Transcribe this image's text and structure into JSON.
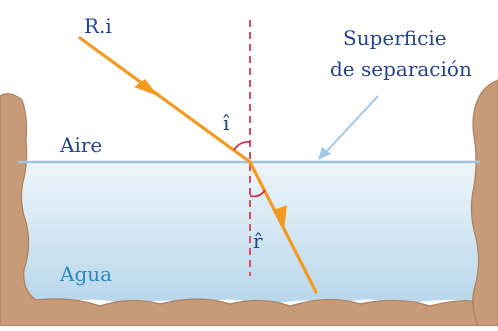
{
  "labels": {
    "incident_ray": "R.i",
    "surface_line1": "Superficie",
    "surface_line2": "de separación",
    "air": "Aire",
    "water": "Agua",
    "angle_incidence": "î",
    "angle_refraction": "r̂"
  },
  "colors": {
    "ray": "#f39a21",
    "normal": "#dd4b63",
    "surface_line": "#9fc6e0",
    "arrow_pointer": "#a3c8e6",
    "ground": "#c79a78",
    "ground_edge": "#ab7f5f",
    "water_top": "#e9f3f8",
    "water_bottom": "#b9d8ea",
    "label_blue": "#26438f",
    "label_cyan": "#2a8bc0",
    "angle_arc": "#cc3355"
  }
}
